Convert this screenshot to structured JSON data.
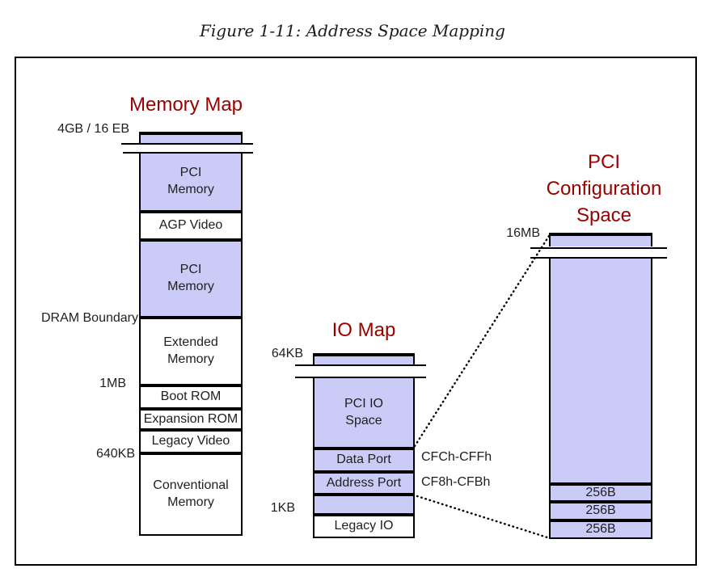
{
  "figure_title": "Figure 1-11: Address Space Mapping",
  "colors": {
    "block_fill": "#cbcbf7",
    "title_red": "#990000",
    "line_black": "#000000"
  },
  "memory_map": {
    "title": "Memory Map",
    "labels": {
      "top": "4GB / 16 EB",
      "dram_boundary": "DRAM Boundary",
      "one_mb": "1MB",
      "conventional_top": "640KB"
    },
    "segments": {
      "pci_memory_upper": "PCI\nMemory",
      "agp_video": "AGP Video",
      "pci_memory_lower": "PCI\nMemory",
      "extended_memory": "Extended\nMemory",
      "boot_rom": "Boot ROM",
      "expansion_rom": "Expansion ROM",
      "legacy_video": "Legacy Video",
      "conventional_memory": "Conventional\nMemory"
    }
  },
  "io_map": {
    "title": "IO Map",
    "labels": {
      "top": "64KB",
      "bottom": "1KB",
      "data_port_range": "CFCh-CFFh",
      "address_port_range": "CF8h-CFBh"
    },
    "segments": {
      "pci_io_space": "PCI IO\nSpace",
      "data_port": "Data Port",
      "address_port": "Address Port",
      "legacy_io": "Legacy IO"
    }
  },
  "pci_config": {
    "title": "PCI\nConfiguration\nSpace",
    "labels": {
      "top": "16MB"
    },
    "segments": {
      "slot_1": "256B",
      "slot_2": "256B",
      "slot_3": "256B"
    }
  }
}
